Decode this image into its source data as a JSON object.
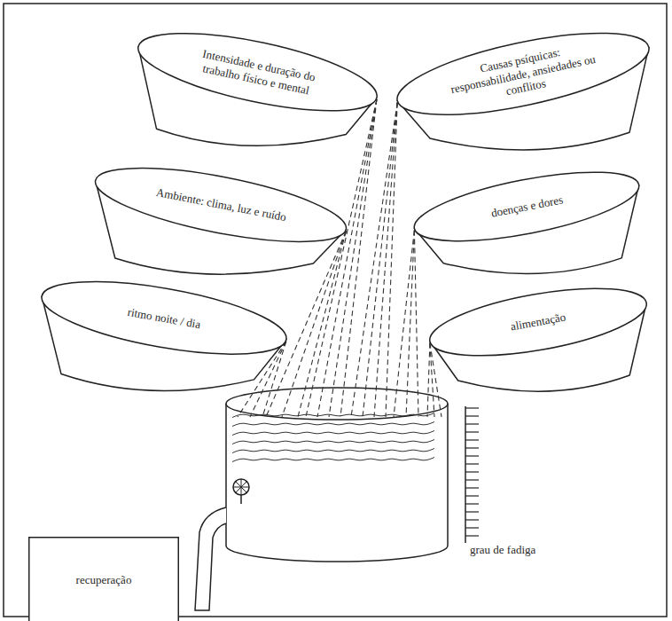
{
  "diagram": {
    "nodes": [
      {
        "text": [
          "Intensidade e duração do trabalho físico e mental"
        ]
      },
      {
        "text": [
          "Causas psíquicas: responsabilidade, ansiedades ou conflitos"
        ]
      },
      {
        "text": [
          "Ambiente: clima, luz e ruído"
        ]
      },
      {
        "text": [
          "doenças e dores"
        ]
      },
      {
        "text": [
          "ritmo noite / dia"
        ]
      },
      {
        "text": [
          "alimentação"
        ]
      },
      {
        "text": [
          "recuperação"
        ]
      }
    ],
    "labels": [
      "grau de fadiga"
    ]
  }
}
